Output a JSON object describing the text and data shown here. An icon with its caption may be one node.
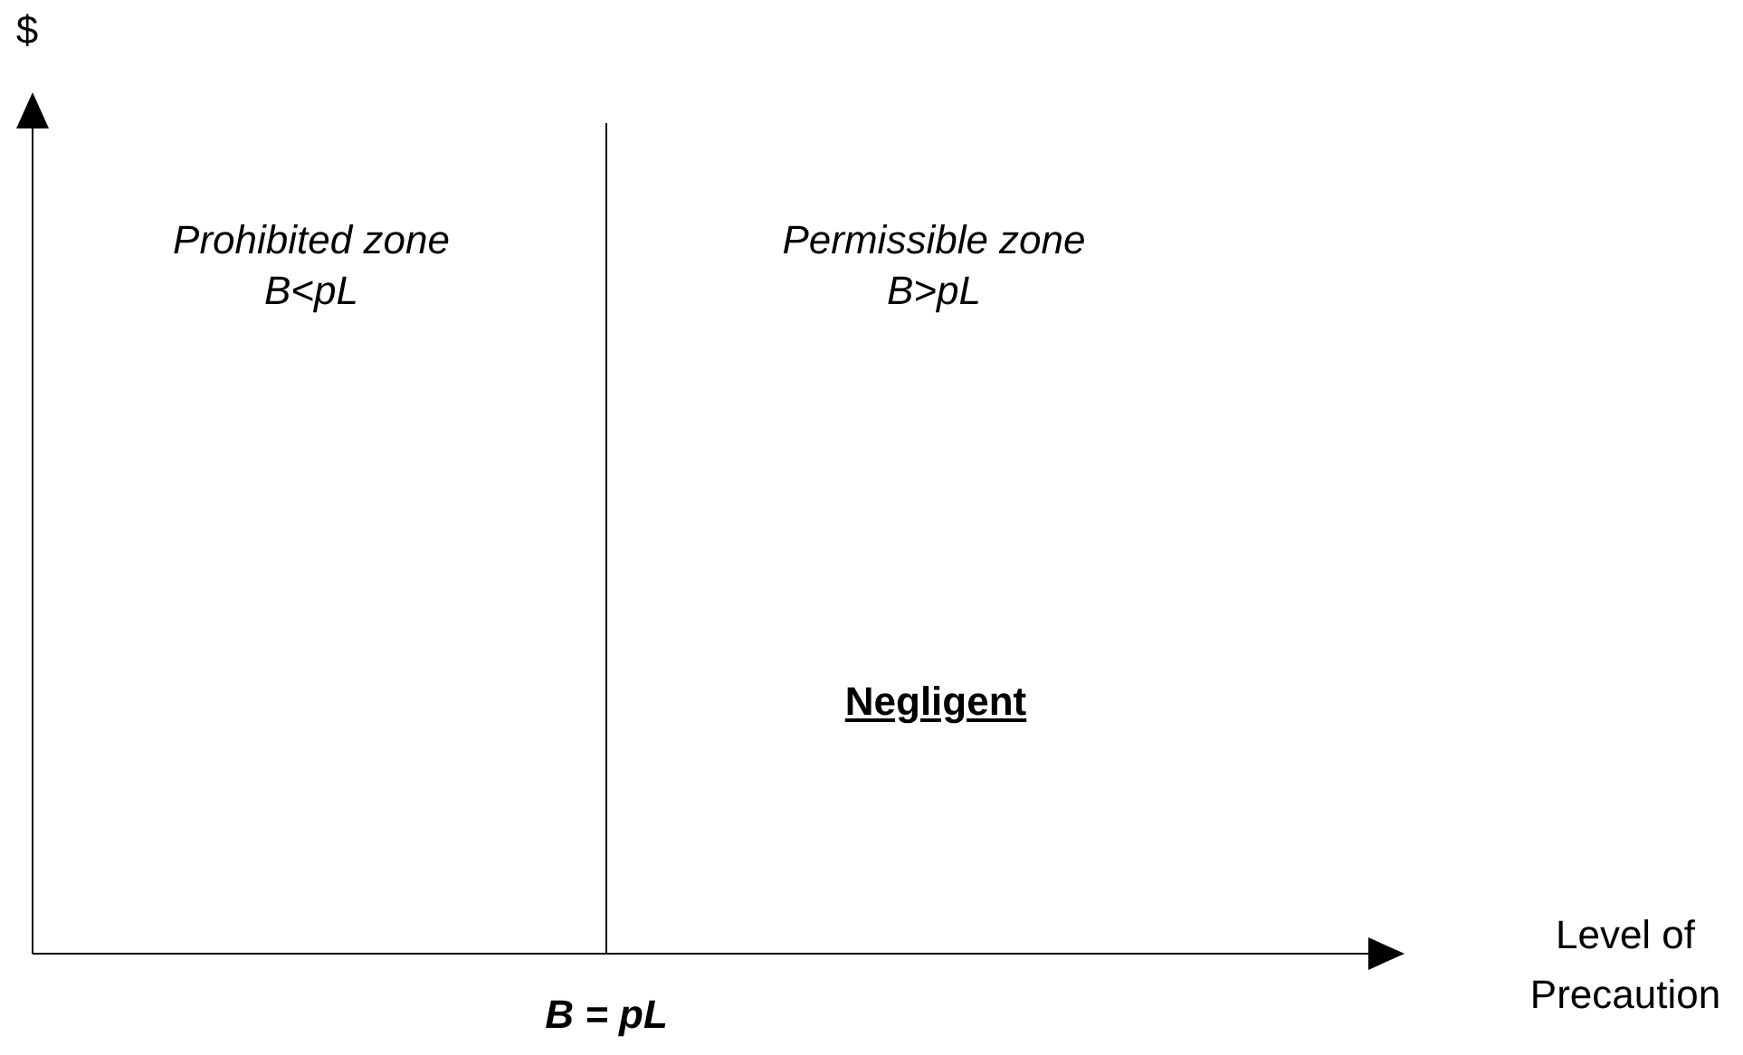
{
  "diagram": {
    "labels": [
      "$",
      "Prohibited zone",
      "B<pL",
      "Permissible zone",
      "B>pL",
      "Negligent",
      "Level of Precaution",
      "B = pL"
    ]
  }
}
